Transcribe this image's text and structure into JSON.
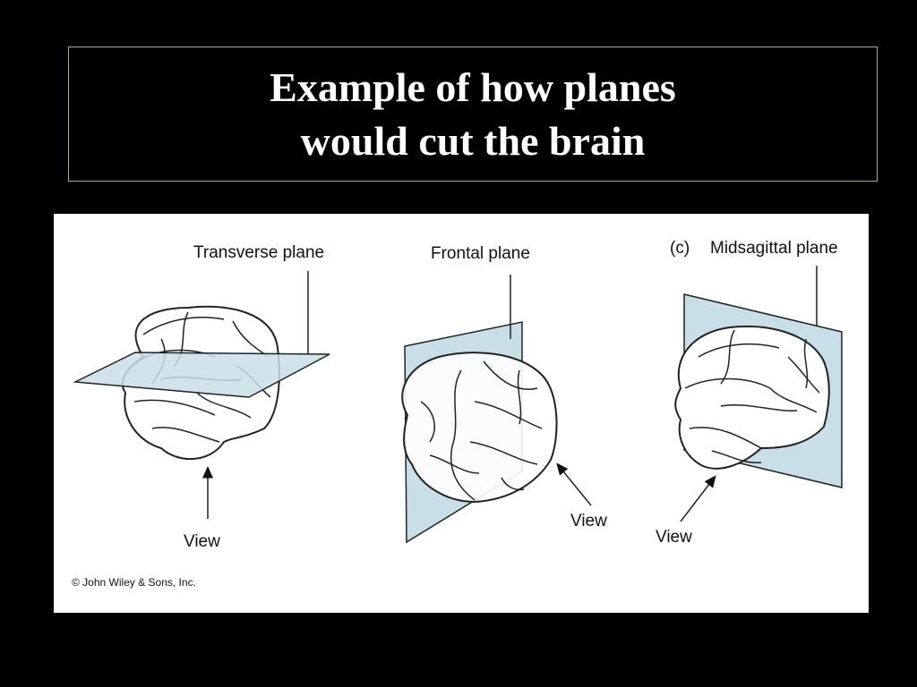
{
  "slide": {
    "title_line1": "Example of how planes",
    "title_line2": "would cut the brain"
  },
  "figure": {
    "panels": [
      {
        "plane_label": "Transverse plane",
        "view_label": "View"
      },
      {
        "plane_label": "Frontal plane",
        "view_label": "View"
      },
      {
        "panel_letter": "(c)",
        "plane_label": "Midsagittal plane",
        "view_label": "View"
      }
    ],
    "copyright": "© John Wiley & Sons, Inc."
  },
  "colors": {
    "background": "#000000",
    "title_text": "#ffffff",
    "title_border": "#a8a878",
    "plane_fill": "#c9dfe8",
    "brain_outline": "#222222"
  }
}
